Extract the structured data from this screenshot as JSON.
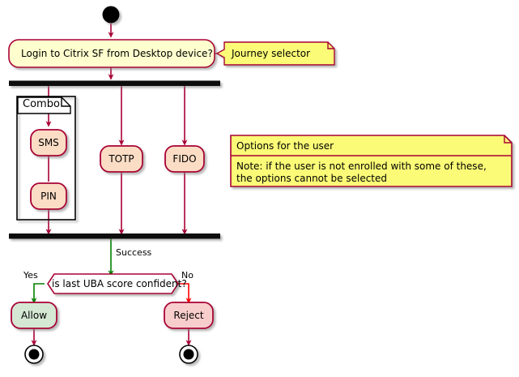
{
  "diagram": {
    "type": "activity-diagram",
    "title": "",
    "colors": {
      "activity_fill": "#FEFECE",
      "activity_stroke": "#A80036",
      "option_fill": "#FBDCC4",
      "allow_fill": "#D5E8D4",
      "reject_fill": "#F8CECC",
      "note_fill": "#FBFB77",
      "note_stroke": "#A80036",
      "bar_fill": "#111111",
      "arrow_default": "#A80036",
      "arrow_yes": "#008000",
      "arrow_no": "#FF0000",
      "decision_fill": "#FEFEFE"
    },
    "start_node": {
      "name": "start"
    },
    "activities": {
      "login": {
        "label": "Login to Citrix SF from Desktop device?"
      },
      "sms": {
        "label": "SMS"
      },
      "pin": {
        "label": "PIN"
      },
      "totp": {
        "label": "TOTP"
      },
      "fido": {
        "label": "FIDO"
      },
      "allow": {
        "label": "Allow"
      },
      "reject": {
        "label": "Reject"
      }
    },
    "partition": {
      "label": "Combo"
    },
    "decision": {
      "label": "is last UBA score confident?"
    },
    "edge_labels": {
      "success": "Success",
      "yes": "Yes",
      "no": "No"
    },
    "callout_note": {
      "text": "Journey selector"
    },
    "legend": {
      "title": "Options for the user",
      "body_line_1": "Note: if the user is not enrolled with some of these,",
      "body_line_2": "the options cannot be selected"
    },
    "end_nodes": [
      {
        "name": "end-allow"
      },
      {
        "name": "end-reject"
      }
    ]
  }
}
